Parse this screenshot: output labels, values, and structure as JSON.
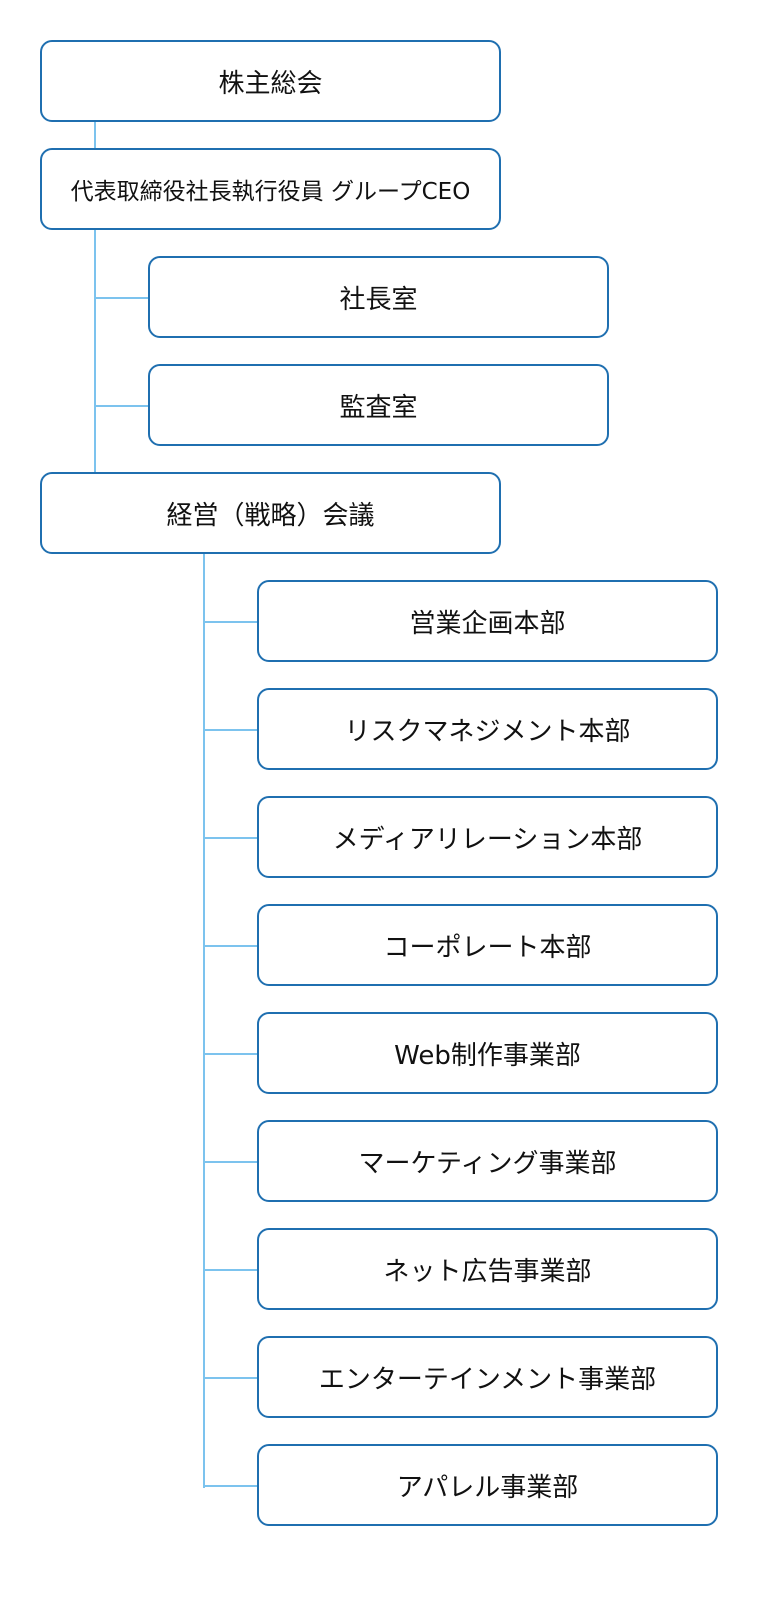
{
  "org_chart": {
    "top": [
      {
        "id": "shareholders",
        "label": "株主総会"
      },
      {
        "id": "ceo",
        "label": "代表取締役社長執行役員 グループCEO"
      }
    ],
    "ceo_staff": [
      {
        "id": "president-office",
        "label": "社長室"
      },
      {
        "id": "audit-office",
        "label": "監査室"
      }
    ],
    "council": {
      "id": "management-council",
      "label": "経営（戦略）会議"
    },
    "divisions": [
      {
        "id": "sales-planning",
        "label": "営業企画本部"
      },
      {
        "id": "risk-management",
        "label": "リスクマネジメント本部"
      },
      {
        "id": "media-relations",
        "label": "メディアリレーション本部"
      },
      {
        "id": "corporate",
        "label": "コーポレート本部"
      },
      {
        "id": "web-production",
        "label": "Web制作事業部"
      },
      {
        "id": "marketing",
        "label": "マーケティング事業部"
      },
      {
        "id": "net-advertising",
        "label": "ネット広告事業部"
      },
      {
        "id": "entertainment",
        "label": "エンターテインメント事業部"
      },
      {
        "id": "apparel",
        "label": "アパレル事業部"
      }
    ]
  },
  "colors": {
    "box_border": "#1f6fb0",
    "connector": "#7cc3ee",
    "text": "#111111"
  }
}
